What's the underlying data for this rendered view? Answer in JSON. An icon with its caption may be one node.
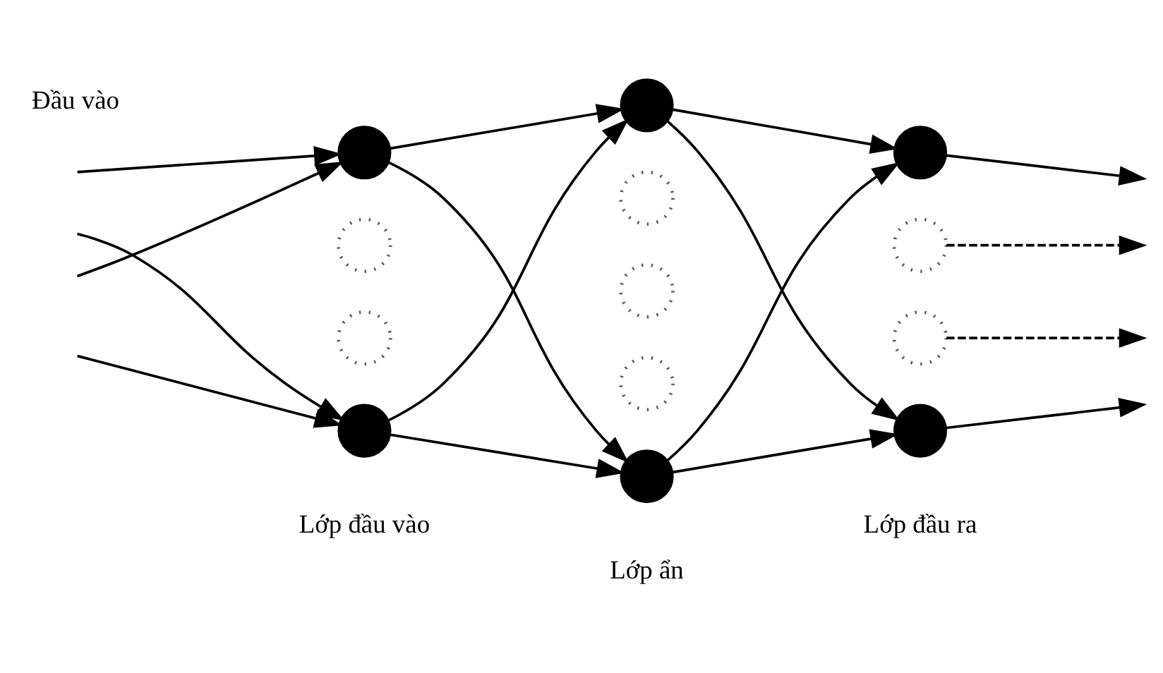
{
  "diagram": {
    "nodes": [
      {
        "text": [],
        "shape": "circle"
      },
      {
        "text": [],
        "shape": "circle"
      },
      {
        "text": [],
        "shape": "circle"
      },
      {
        "text": [],
        "shape": "circle"
      },
      {
        "text": [],
        "shape": "circle"
      },
      {
        "text": [],
        "shape": "circle"
      },
      {
        "text": [],
        "shape": "circle"
      },
      {
        "text": [],
        "shape": "circle"
      },
      {
        "text": [],
        "shape": "circle"
      },
      {
        "text": [],
        "shape": "circle"
      },
      {
        "text": [],
        "shape": "circle"
      },
      {
        "text": [],
        "shape": "circle"
      },
      {
        "text": [],
        "shape": "circle"
      }
    ],
    "edges": [
      {
        "from": null,
        "to": 0,
        "arrow": "to"
      },
      {
        "from": null,
        "to": 3,
        "arrow": "to"
      },
      {
        "from": null,
        "to": 0,
        "arrow": "to"
      },
      {
        "from": null,
        "to": 3,
        "arrow": "to"
      },
      {
        "from": 0,
        "to": 4,
        "arrow": "to"
      },
      {
        "from": 0,
        "to": 8,
        "arrow": "to"
      },
      {
        "from": 3,
        "to": 4,
        "arrow": "to"
      },
      {
        "from": 3,
        "to": 8,
        "arrow": "to"
      },
      {
        "from": 4,
        "to": 9,
        "arrow": "to"
      },
      {
        "from": 4,
        "to": 12,
        "arrow": "to"
      },
      {
        "from": 8,
        "to": 9,
        "arrow": "to"
      },
      {
        "from": 8,
        "to": 12,
        "arrow": "to"
      },
      {
        "from": 9,
        "to": null,
        "arrow": "to"
      },
      {
        "from": 10,
        "to": null,
        "arrow": "to",
        "style": "dashed"
      },
      {
        "from": 11,
        "to": null,
        "arrow": "to",
        "style": "dashed"
      },
      {
        "from": 12,
        "to": null,
        "arrow": "to"
      }
    ],
    "labels": [
      "Đầu vào",
      "Lớp đầu vào",
      "Lớp ẩn",
      "Lớp đầu ra"
    ]
  }
}
